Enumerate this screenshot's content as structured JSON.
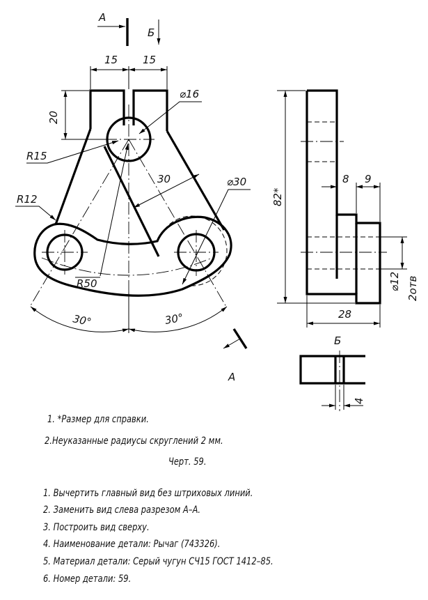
{
  "section_markers": {
    "a": "А",
    "b": "Б"
  },
  "dims": {
    "top_width_left": "15",
    "top_width_right": "15",
    "slot_depth": "20",
    "hole_dia": "⌀16",
    "r_top": "R15",
    "r_left": "R12",
    "arm_width": "30",
    "boss_dia": "⌀30",
    "arc_radius": "R50",
    "angle_left": "30°",
    "angle_right": "30°",
    "height_ref": "82*",
    "step_1": "8",
    "step_2": "9",
    "boss_hole_dia": "⌀12",
    "holes_note": "2отв",
    "overall_width": "28",
    "view_b_width": "4"
  },
  "notes": [
    "1. *Размер для справки.",
    "2.Неуказанные радиусы скруглений 2 мм."
  ],
  "figure_caption": "Черт. 59.",
  "tasks": [
    "1. Вычертить главный вид без штриховых линий.",
    "2. Заменить вид слева разрезом А–А.",
    "3. Построить вид сверху.",
    "4. Наименование детали: Рычаг (743326).",
    "5. Материал детали: Серый чугун СЧ15 ГОСТ 1412–85.",
    "6. Номер детали: 59."
  ]
}
